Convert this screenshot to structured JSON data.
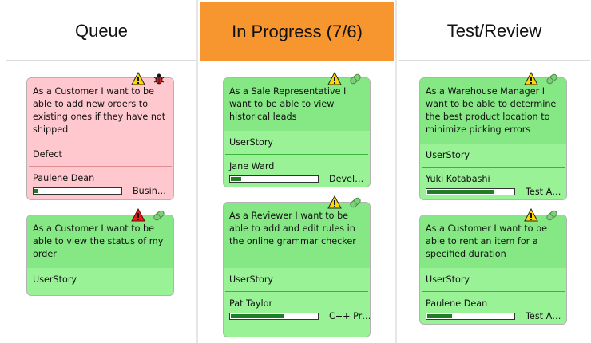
{
  "columns": [
    {
      "title": "Queue"
    },
    {
      "title": "In Progress (7/6)"
    },
    {
      "title": "Test/Review"
    }
  ],
  "cards": [
    {
      "story": "As a Customer I want to be able to add new orders to existing ones if they have not shipped",
      "type": "Defect",
      "owner": "Paulene Dean",
      "tag": "Busin…",
      "progress": 0.06,
      "color": "pink",
      "icons": [
        "warning-icon",
        "bug-icon"
      ]
    },
    {
      "story": "As a Customer I want to be able to view the status of my order",
      "type": "UserStory",
      "icons": [
        "error-icon",
        "pill-icon"
      ]
    },
    {
      "story": "As a Sale Representative I want to be able to view historical leads",
      "type": "UserStory",
      "owner": "Jane Ward",
      "tag": "Devel…",
      "progress": 0.14,
      "icons": [
        "warning-icon",
        "pill-icon"
      ]
    },
    {
      "story": "As a Reviewer I want to be able to add and edit rules in the online grammar checker",
      "type": "UserStory",
      "owner": "Pat Taylor",
      "tag": "C++ Pr…",
      "progress": 0.62,
      "icons": [
        "warning-icon",
        "pill-icon"
      ]
    },
    {
      "story": "As a Warehouse Manager I want to be able to determine the best product location to minimize picking errors",
      "type": "UserStory",
      "owner": "Yuki Kotabashi",
      "tag": "Test A…",
      "progress": 0.78,
      "icons": [
        "warning-icon",
        "pill-icon"
      ]
    },
    {
      "story": "As a Customer I want to be able to rent an item for a specified duration",
      "type": "UserStory",
      "owner": "Paulene Dean",
      "tag": "Test A…",
      "progress": 0.3,
      "icons": [
        "warning-icon",
        "pill-icon"
      ]
    }
  ],
  "colors": {
    "active_header": "#f7962f",
    "card_green": "#99f296",
    "card_pink": "#ffc7ce",
    "progress_fill": "#1e7f24"
  }
}
